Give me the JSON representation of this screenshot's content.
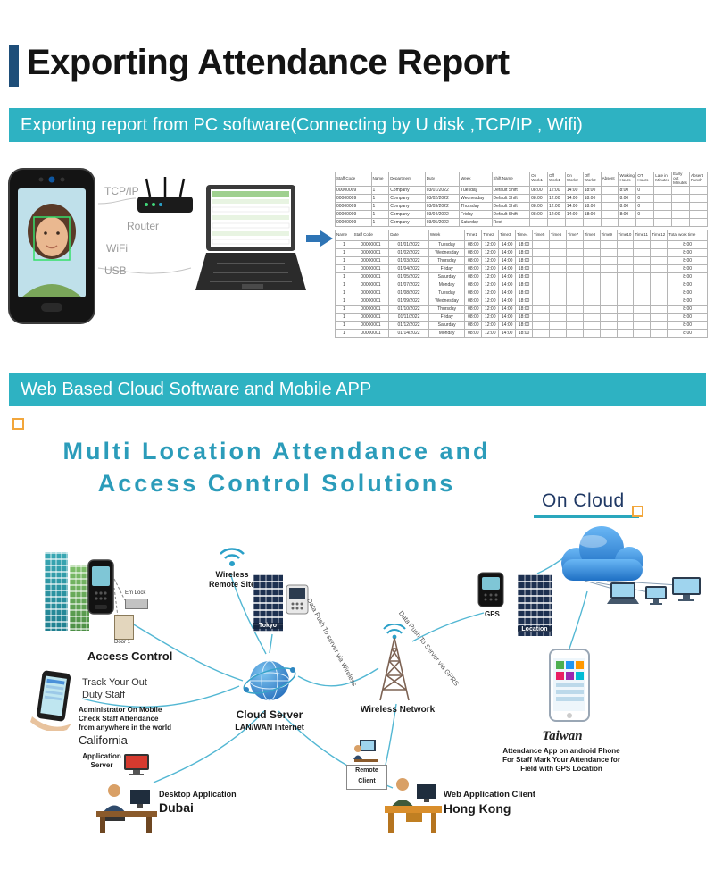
{
  "colors": {
    "banner_teal": "#2eb2c2",
    "accent_blue": "#1e4e79",
    "title_teal": "#2b9cba",
    "navy": "#1f3864",
    "orange": "#f2a63b"
  },
  "header": {
    "title": "Exporting Attendance Report"
  },
  "banners": {
    "pc": "Exporting report from PC software(Connecting by U disk ,TCP/IP , Wifi)",
    "cloud": "Web Based Cloud Software and Mobile APP"
  },
  "pc": {
    "labels": {
      "tcpip": "TCP/IP",
      "router": "Router",
      "wifi": "WiFi",
      "usb": "USB"
    },
    "summary_table": {
      "headers": [
        "Staff Code",
        "Name",
        "Department",
        "Duty",
        "Week",
        "Shift Name",
        "On Work1",
        "Off Work1",
        "On Work2",
        "Off Work2",
        "Absent",
        "Working Hours",
        "OT Hours",
        "Late in Minutes",
        "Early out Minutes",
        "Absent Punch"
      ],
      "rows": [
        [
          "00000009",
          "1",
          "Company",
          "03/01/2022",
          "Tuesday",
          "Default Shift",
          "08:00",
          "12:00",
          "14:00",
          "18:00",
          "",
          "8:00",
          "0",
          "",
          "",
          ""
        ],
        [
          "00000009",
          "1",
          "Company",
          "03/02/2022",
          "Wednesday",
          "Default Shift",
          "08:00",
          "12:00",
          "14:00",
          "18:00",
          "",
          "8:00",
          "0",
          "",
          "",
          ""
        ],
        [
          "00000009",
          "1",
          "Company",
          "03/03/2022",
          "Thursday",
          "Default Shift",
          "08:00",
          "12:00",
          "14:00",
          "18:00",
          "",
          "8:00",
          "0",
          "",
          "",
          ""
        ],
        [
          "00000009",
          "1",
          "Company",
          "03/04/2022",
          "Friday",
          "Default Shift",
          "08:00",
          "12:00",
          "14:00",
          "18:00",
          "",
          "8:00",
          "0",
          "",
          "",
          ""
        ],
        [
          "00000009",
          "1",
          "Company",
          "03/05/2022",
          "Saturday",
          "Rest",
          "",
          "",
          "",
          "",
          "",
          "",
          "",
          "",
          "",
          ""
        ]
      ]
    },
    "detail_table": {
      "headers": [
        "Name",
        "Staff Code",
        "Date",
        "Week",
        "Time1",
        "Time2",
        "Time3",
        "Time4",
        "Time5",
        "Time6",
        "Time7",
        "Time8",
        "Time9",
        "Time10",
        "Time11",
        "Time12",
        "Total work time"
      ],
      "rows": [
        [
          "1",
          "00000001",
          "01/01/2022",
          "Tuesday",
          "08:00",
          "12:00",
          "14:00",
          "18:00",
          "",
          "",
          "",
          "",
          "",
          "",
          "",
          "",
          "8:00"
        ],
        [
          "1",
          "00000001",
          "01/02/2022",
          "Wednesday",
          "08:00",
          "12:00",
          "14:00",
          "18:00",
          "",
          "",
          "",
          "",
          "",
          "",
          "",
          "",
          "8:00"
        ],
        [
          "1",
          "00000001",
          "01/03/2022",
          "Thursday",
          "08:00",
          "12:00",
          "14:00",
          "18:00",
          "",
          "",
          "",
          "",
          "",
          "",
          "",
          "",
          "8:00"
        ],
        [
          "1",
          "00000001",
          "01/04/2022",
          "Friday",
          "08:00",
          "12:00",
          "14:00",
          "18:00",
          "",
          "",
          "",
          "",
          "",
          "",
          "",
          "",
          "8:00"
        ],
        [
          "1",
          "00000001",
          "01/05/2022",
          "Saturday",
          "08:00",
          "12:00",
          "14:00",
          "18:00",
          "",
          "",
          "",
          "",
          "",
          "",
          "",
          "",
          "8:00"
        ],
        [
          "1",
          "00000001",
          "01/07/2022",
          "Monday",
          "08:00",
          "12:00",
          "14:00",
          "18:00",
          "",
          "",
          "",
          "",
          "",
          "",
          "",
          "",
          "8:00"
        ],
        [
          "1",
          "00000001",
          "01/08/2022",
          "Tuesday",
          "08:00",
          "12:00",
          "14:00",
          "18:00",
          "",
          "",
          "",
          "",
          "",
          "",
          "",
          "",
          "8:00"
        ],
        [
          "1",
          "00000001",
          "01/09/2022",
          "Wednesday",
          "08:00",
          "12:00",
          "14:00",
          "18:00",
          "",
          "",
          "",
          "",
          "",
          "",
          "",
          "",
          "8:00"
        ],
        [
          "1",
          "00000001",
          "01/10/2022",
          "Thursday",
          "08:00",
          "12:00",
          "14:00",
          "18:00",
          "",
          "",
          "",
          "",
          "",
          "",
          "",
          "",
          "8:00"
        ],
        [
          "1",
          "00000001",
          "01/11/2022",
          "Friday",
          "08:00",
          "12:00",
          "14:00",
          "18:00",
          "",
          "",
          "",
          "",
          "",
          "",
          "",
          "",
          "8:00"
        ],
        [
          "1",
          "00000001",
          "01/12/2022",
          "Saturday",
          "08:00",
          "12:00",
          "14:00",
          "18:00",
          "",
          "",
          "",
          "",
          "",
          "",
          "",
          "",
          "8:00"
        ],
        [
          "1",
          "00000001",
          "01/14/2022",
          "Monday",
          "08:00",
          "12:00",
          "14:00",
          "18:00",
          "",
          "",
          "",
          "",
          "",
          "",
          "",
          "",
          "8:00"
        ]
      ]
    }
  },
  "cloud": {
    "title_line1": "Multi Location Attendance and",
    "title_line2": "Access Control Solutions",
    "on_cloud": "On Cloud",
    "access_control": "Access Control",
    "em_lock": "Em Lock",
    "door": "Door 1",
    "wireless_line1": "Wireless",
    "wireless_line2": "Remote Site",
    "tokyo": "Tokyo",
    "cloud_server": "Cloud Server",
    "lan_wan": "LAN/WAN Internet",
    "push_wireless": "Data Push To server via Wireless",
    "push_gprs": "Data Push To Server via GPRS",
    "wireless_network": "Wireless Network",
    "gps": "GPS",
    "location": "Location",
    "track_line1": "Track Your Out",
    "track_line2": "Duty Staff",
    "admin_line1": "Administrator On Mobile",
    "admin_line2": "Check Staff Attendance",
    "admin_line3": "from anywhere in the world",
    "california": "California",
    "app_server_line1": "Application",
    "app_server_line2": "Server",
    "desktop_app": "Desktop Application",
    "dubai": "Dubai",
    "remote_line1": "Remote",
    "remote_line2": "Client",
    "web_app": "Web Application Client",
    "hong_kong": "Hong Kong",
    "taiwan": "Taiwan",
    "taiwan_line1": "Attendance App on android Phone",
    "taiwan_line2": "For Staff Mark Your Attendance for",
    "taiwan_line3": "Field with GPS Location"
  }
}
